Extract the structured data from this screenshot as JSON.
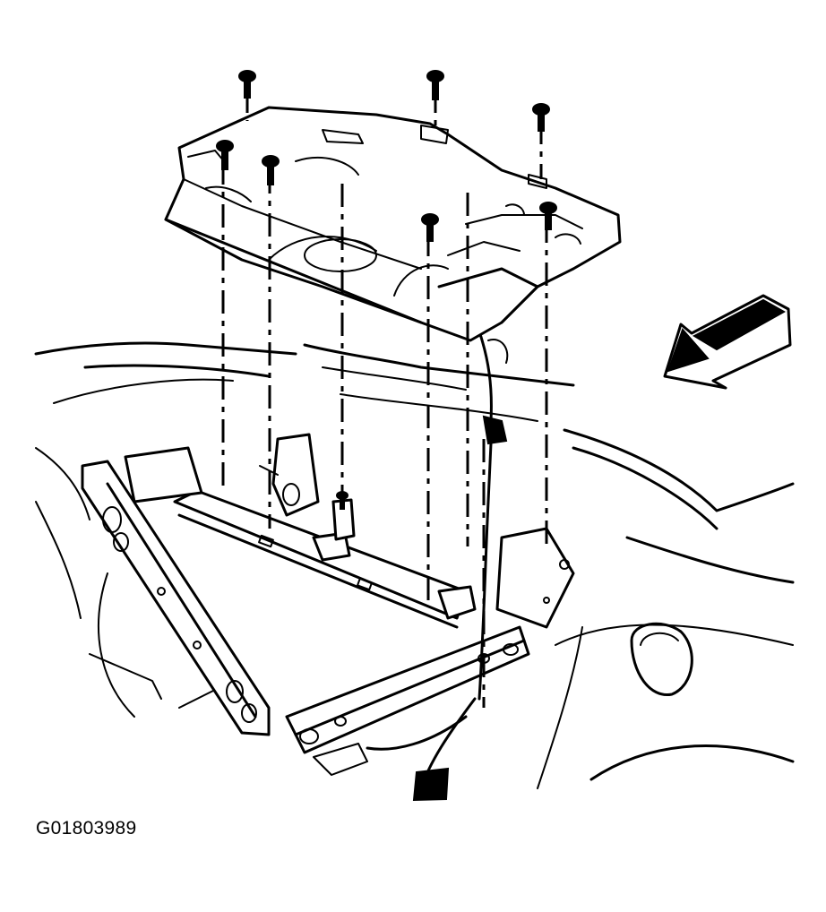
{
  "figure": {
    "id_label": "G01803989"
  },
  "parts": {
    "bolt_count": 8,
    "direction_arrow": "front-of-vehicle-arrow",
    "icons": [
      "bolt-icon",
      "direction-arrow-icon"
    ]
  }
}
